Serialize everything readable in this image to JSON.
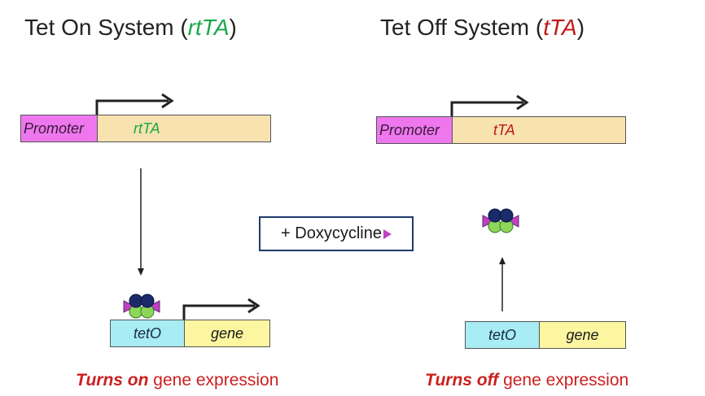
{
  "left": {
    "title_prefix": "Tet On System (",
    "title_em": "rtTA",
    "title_suffix": ")",
    "promoter_label": "Promoter",
    "gene_label": "rtTA",
    "teto_label": "tetO",
    "target_label": "gene",
    "caption_strong": "Turns on",
    "caption_rest": " gene expression"
  },
  "right": {
    "title_prefix": "Tet Off System (",
    "title_em": "tTA",
    "title_suffix": ")",
    "promoter_label": "Promoter",
    "gene_label": "tTA",
    "teto_label": "tetO",
    "target_label": "gene",
    "caption_strong": "Turns off",
    "caption_rest": " gene expression"
  },
  "center": {
    "doxycycline_label": "+ Doxycycline"
  },
  "colors": {
    "rtTA": "#1aa84a",
    "tTA": "#c01818",
    "arrow": "#222222"
  },
  "icons": [
    "transactivator-complex-icon",
    "bent-arrow-icon",
    "triangle-icon"
  ]
}
